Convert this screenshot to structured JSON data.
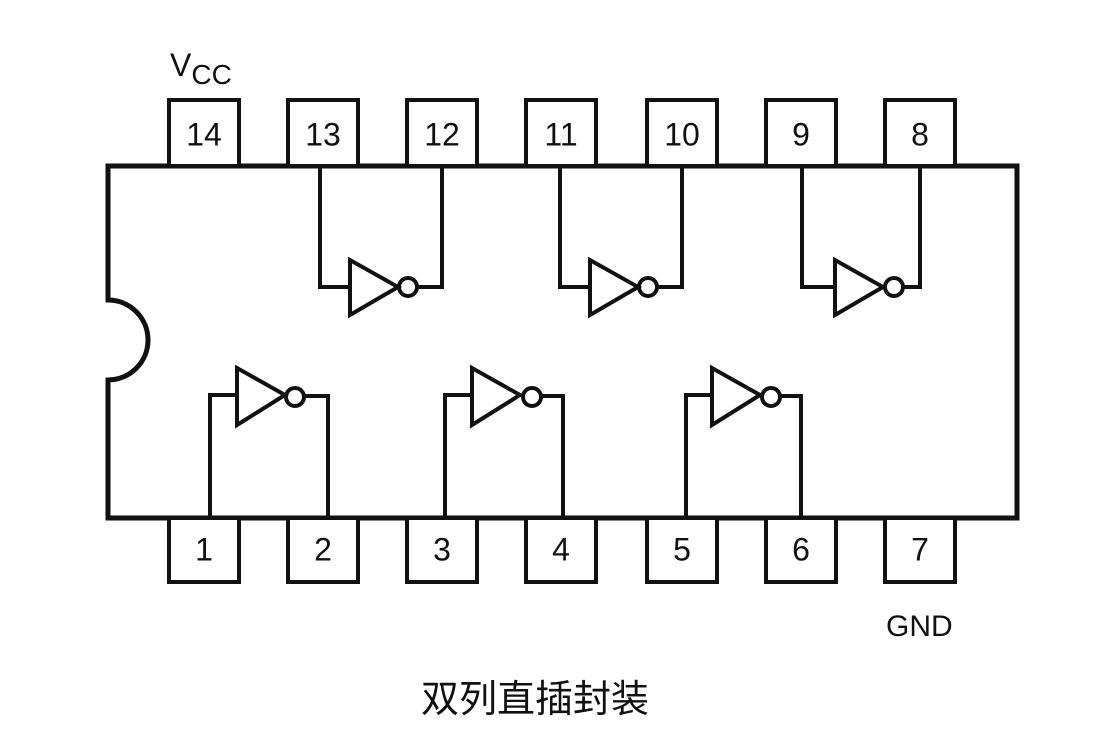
{
  "diagram": {
    "vcc_label": "V",
    "vcc_subscript": "CC",
    "gnd_label": "GND",
    "caption": "双列直插封装",
    "top_pins": [
      "14",
      "13",
      "12",
      "11",
      "10",
      "9",
      "8"
    ],
    "bottom_pins": [
      "1",
      "2",
      "3",
      "4",
      "5",
      "6",
      "7"
    ],
    "stroke_color": "#111111",
    "background_color": "#ffffff"
  }
}
